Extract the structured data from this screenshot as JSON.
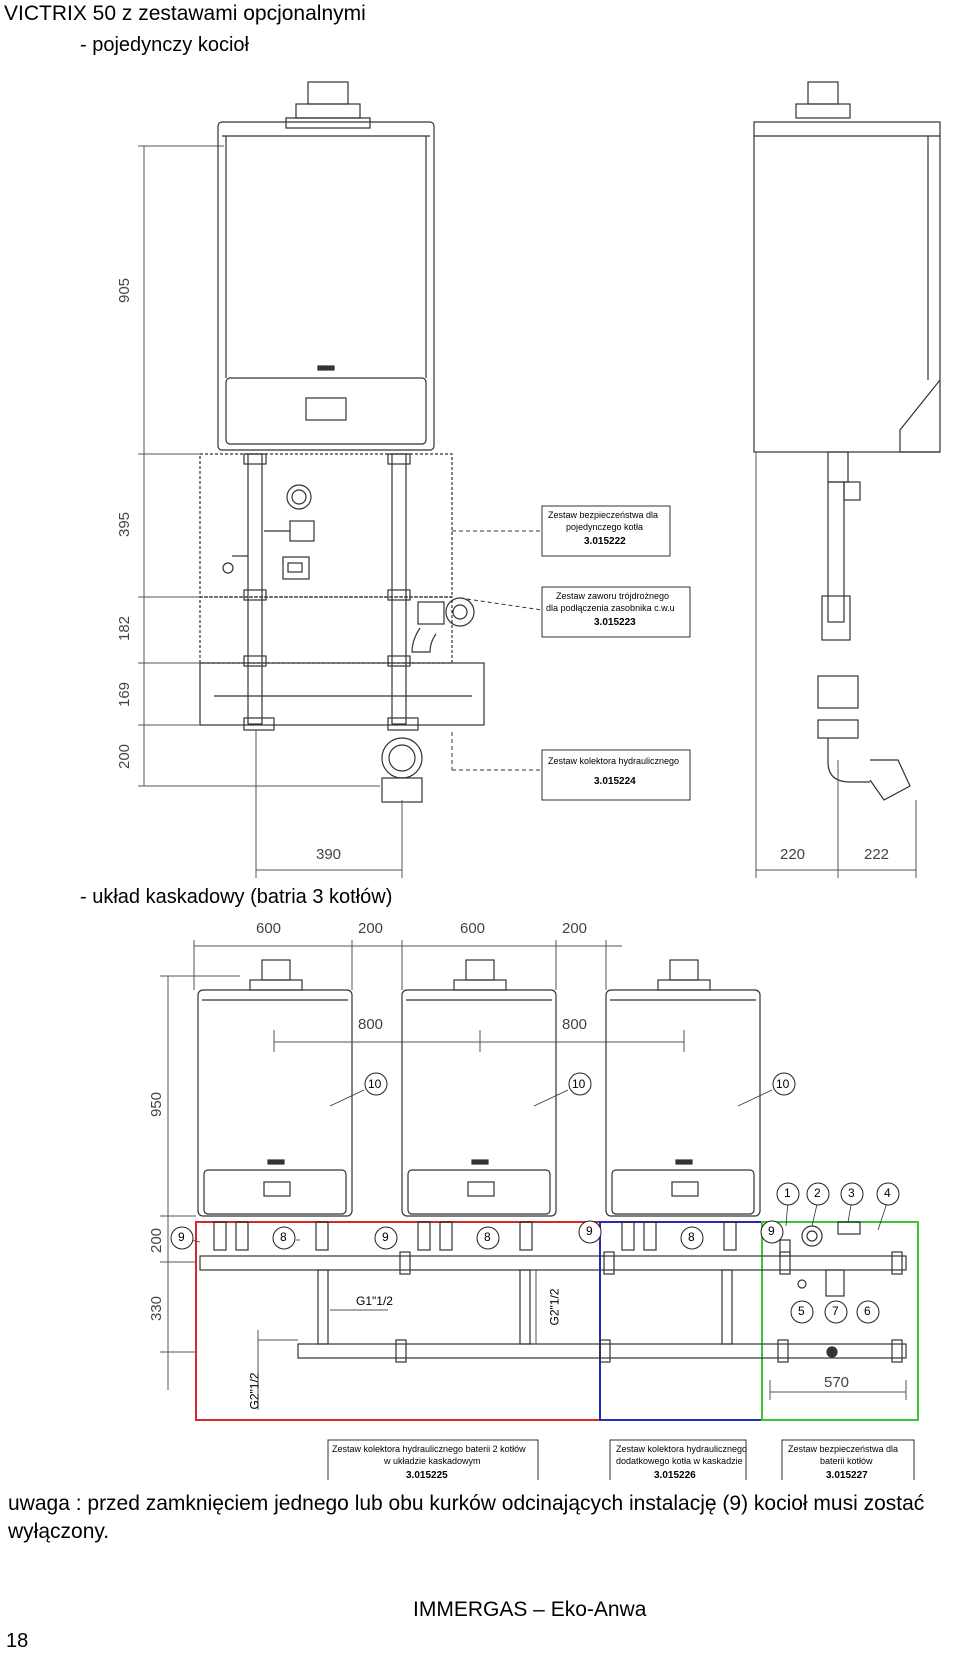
{
  "header": {
    "title": "VICTRIX 50 z zestawami opcjonalnymi",
    "single_label": "- pojedynczy kocioł",
    "cascade_label": "- układ kaskadowy (batria 3 kotłów)"
  },
  "single_view": {
    "dims_vertical": [
      "905",
      "395",
      "182",
      "169",
      "200"
    ],
    "dim_width_front": "390",
    "dim_side_left": "220",
    "dim_side_right": "222",
    "callouts": [
      {
        "text_line1": "Zestaw bezpieczeństwa dla",
        "text_line2": "pojedynczego kotła",
        "code": "3.015222"
      },
      {
        "text_line1": "Zestaw zaworu trójdrożnego",
        "text_line2": "dla podłączenia zasobnika c.w.u",
        "code": "3.015223"
      },
      {
        "text_line1": "Zestaw kolektora hydraulicznego",
        "text_line2": "",
        "code": "3.015224"
      }
    ]
  },
  "cascade_view": {
    "dims_top": [
      "600",
      "200",
      "600",
      "200"
    ],
    "dims_spacing": [
      "800",
      "800"
    ],
    "dims_vertical": [
      "950",
      "200",
      "330"
    ],
    "dim_module": "570",
    "pipe_labels": [
      "G1\"1/2",
      "G2\"1/2",
      "G2\"1/2"
    ],
    "item_numbers": [
      "10",
      "10",
      "10",
      "9",
      "8",
      "9",
      "8",
      "9",
      "8",
      "9",
      "1",
      "2",
      "3",
      "4",
      "5",
      "7",
      "6"
    ],
    "callouts": [
      {
        "text_line1": "Zestaw kolektora hydraulicznego baterii 2 kotłów",
        "text_line2": "w układzie kaskadowym",
        "code": "3.015225"
      },
      {
        "text_line1": "Zestaw kolektora hydraulicznego",
        "text_line2": "dodatkowego kotła w kaskadzie",
        "code": "3.015226"
      },
      {
        "text_line1": "Zestaw bezpieczeństwa dla",
        "text_line2": "baterii kotłów",
        "code": "3.015227"
      }
    ],
    "colors": {
      "red_group": "#d62828",
      "blue_group": "#2a2ab8",
      "green_group": "#3cc43c"
    }
  },
  "note": "uwaga : przed zamknięciem jednego lub obu kurków odcinających instalację (9) kocioł musi zostać wyłączony.",
  "footer": "IMMERGAS – Eko-Anwa",
  "page_number": "18"
}
